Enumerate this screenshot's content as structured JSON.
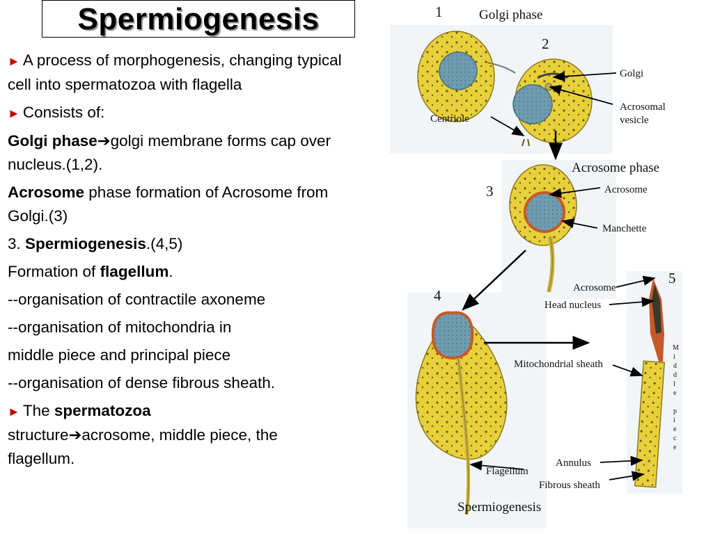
{
  "title": "Spermiogenesis",
  "text": {
    "p1": "A process of morphogenesis, changing typical cell into spermatozoa with flagella",
    "p2": "Consists of:",
    "golgi_bold": "Golgi phase",
    "golgi_rest": "golgi membrane forms cap over nucleus.(1,2).",
    "acro_bold": "Acrosome",
    "acro_rest": " phase formation of Acrosome from Golgi.(3)",
    "sperm_num": "3. ",
    "sperm_bold": "Spermiogenesis",
    "sperm_rest": ".(4,5)",
    "flag_pre": "Formation of ",
    "flag_bold": "flagellum",
    "flag_post": ".",
    "org1": "--organisation of contractile axoneme",
    "org2a": "--organisation of mitochondria in",
    "org2b": "middle piece and principal piece",
    "org3": "--organisation of dense fibrous sheath.",
    "struct_pre": "The ",
    "struct_bold": "spermatozoa",
    "struct_a": "structure",
    "struct_b": "acrosome, middle piece, the flagellum."
  },
  "figure": {
    "n1": "1",
    "n2": "2",
    "n3": "3",
    "n4": "4",
    "n5": "5",
    "golgi_phase": "Golgi phase",
    "golgi": "Golgi",
    "acrosomal_vesicle_1": "Acrosomal",
    "acrosomal_vesicle_2": "vesicle",
    "centriole": "Centriole",
    "acrosome_phase": "Acrosome phase",
    "acrosome": "Acrosome",
    "manchette": "Manchette",
    "acrosome_5": "Acrosome",
    "head_nucleus": "Head nucleus",
    "mito_sheath": "Mitochondrial sheath",
    "annulus": "Annulus",
    "fibrous_sheath": "Fibrous sheath",
    "flagellum": "Flagellum",
    "caption": "Spermiogenesis",
    "middle_piece": [
      "M",
      "i",
      "d",
      "d",
      "l",
      "e",
      "",
      "p",
      "i",
      "e",
      "c",
      "e"
    ]
  },
  "colors": {
    "bullet": "#c00000",
    "cell": "#e8d03a",
    "nucleus": "#6f9cb0",
    "acrosome": "#c8582a"
  }
}
